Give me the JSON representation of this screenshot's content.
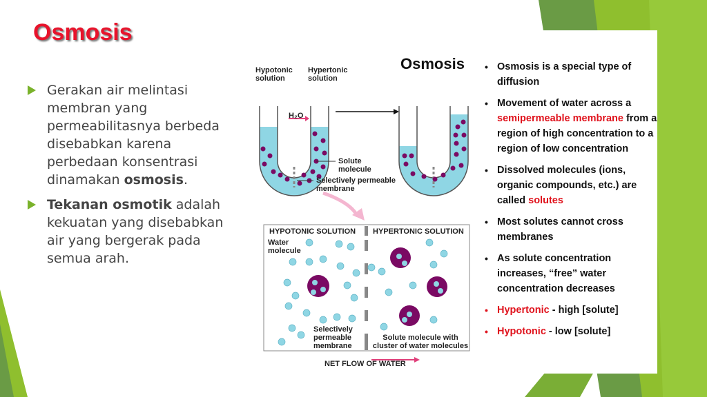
{
  "slide": {
    "title": "Osmosis"
  },
  "left_bullets": [
    {
      "text": "Gerakan air melintasi membran yang permeabilitasnya berbeda disebabkan karena perbedaan konsentrasi dinamakan ",
      "bold": "osmosis",
      "tail": "."
    },
    {
      "bold": "Tekanan osmotik",
      "text": " adalah kekuatan yang disebabkan air yang bergerak pada semua arah."
    }
  ],
  "figure": {
    "heading": "Osmosis",
    "tube_labels": {
      "hypotonic": "Hypotonic solution",
      "hypertonic": "Hypertonic solution",
      "h2o": "H₂O",
      "solute": "Solute molecule",
      "membrane": "Selectively permeable membrane"
    },
    "panel": {
      "left_header": "HYPOTONIC SOLUTION",
      "right_header": "HYPERTONIC SOLUTION",
      "water": "Water molecule",
      "membrane": "Selectively permeable membrane",
      "solute_cluster": "Solute molecule with cluster of water molecules",
      "flow": "NET FLOW OF WATER"
    },
    "facts": [
      {
        "parts": [
          {
            "t": "Osmosis is a special type of diffusion"
          }
        ]
      },
      {
        "parts": [
          {
            "t": "Movement of water across a "
          },
          {
            "t": "semipermeable membrane",
            "red": true
          },
          {
            "t": " from a region of high concentration to a region of low concentration"
          }
        ]
      },
      {
        "parts": [
          {
            "t": "Dissolved molecules (ions, organic compounds, etc.) are called "
          },
          {
            "t": "solutes",
            "red": true
          }
        ]
      },
      {
        "parts": [
          {
            "t": "Most solutes cannot cross membranes"
          }
        ]
      },
      {
        "parts": [
          {
            "t": "As solute concentration increases, “free” water concentration decreases"
          }
        ]
      },
      {
        "parts": [
          {
            "t": "Hypertonic",
            "red": true
          },
          {
            "t": " - high [solute]"
          }
        ],
        "red_dot": true
      },
      {
        "parts": [
          {
            "t": "Hypotonic",
            "red": true
          },
          {
            "t": " - low [solute]"
          }
        ],
        "red_dot": true
      }
    ]
  },
  "colors": {
    "accent": "#7ab22b",
    "title": "#e8132b",
    "water": "#8fd6e4",
    "solute": "#7a0a63"
  }
}
